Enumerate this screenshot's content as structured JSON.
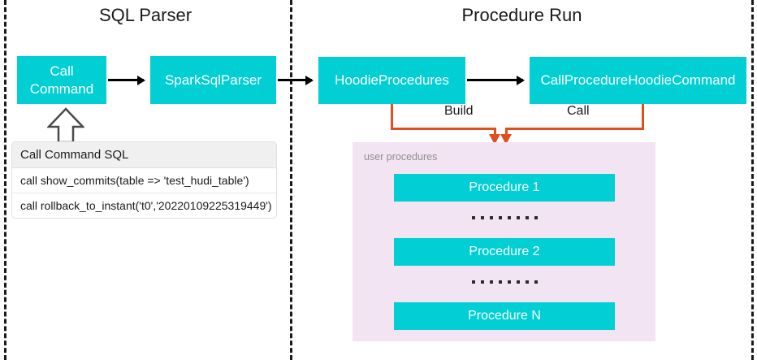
{
  "diagram": {
    "sections": [
      {
        "id": "sql-parser",
        "title": "SQL Parser"
      },
      {
        "id": "procedure-run",
        "title": "Procedure Run"
      }
    ],
    "nodes": {
      "call_command": "Call Command",
      "spark_sql_parser": "SparkSqlParser",
      "hoodie_procedures": "HoodieProcedures",
      "call_procedure_hoodie_command": "CallProcedureHoodieCommand"
    },
    "connector_labels": {
      "build": "Build",
      "call": "Call"
    },
    "sql_table": {
      "header": "Call Command SQL",
      "rows": [
        "call show_commits(table => 'test_hudi_table')",
        "call rollback_to_instant('t0','20220109225319449')"
      ]
    },
    "user_procedures": {
      "label": "user procedures",
      "items": [
        "Procedure 1",
        "Procedure 2",
        "Procedure N"
      ],
      "ellipsis_dots": 8
    },
    "colors": {
      "node_fill": "#01cfd3",
      "node_text": "#ffffff",
      "panel_fill": "#f2e4f3",
      "connector_orange": "#e04f20",
      "arrow_black": "#000000",
      "divider": "#1a1a1a",
      "table_header_fill": "#f0f0f0"
    }
  }
}
